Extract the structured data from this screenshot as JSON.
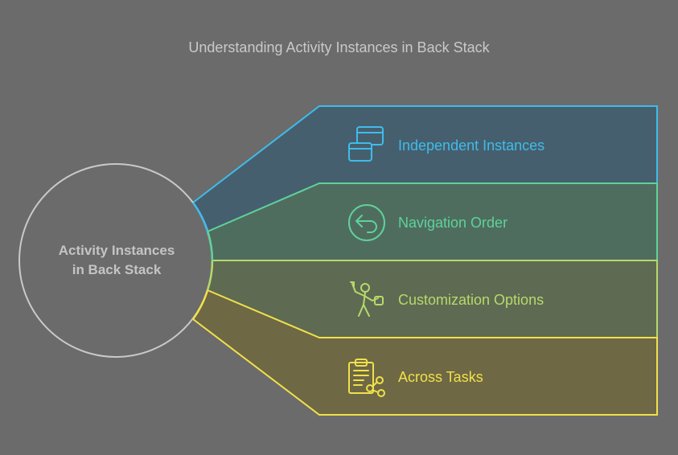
{
  "title": "Understanding Activity Instances in Back Stack",
  "center": {
    "line1": "Activity Instances",
    "line2": "in Back Stack"
  },
  "items": [
    {
      "label": "Independent Instances",
      "icon": "windows-icon",
      "color": "#3fbcea",
      "fill": "#465f6e"
    },
    {
      "label": "Navigation Order",
      "icon": "back-arrow-icon",
      "color": "#5fd29a",
      "fill": "#4f6d5f"
    },
    {
      "label": "Customization Options",
      "icon": "person-tools-icon",
      "color": "#b6d96b",
      "fill": "#5e6b52"
    },
    {
      "label": "Across Tasks",
      "icon": "clipboard-share-icon",
      "color": "#f1e04a",
      "fill": "#6e6844"
    }
  ],
  "colors": {
    "background": "#6b6b6b",
    "circle_stroke": "#c9c9c9",
    "title_text": "#c9c9c9"
  }
}
